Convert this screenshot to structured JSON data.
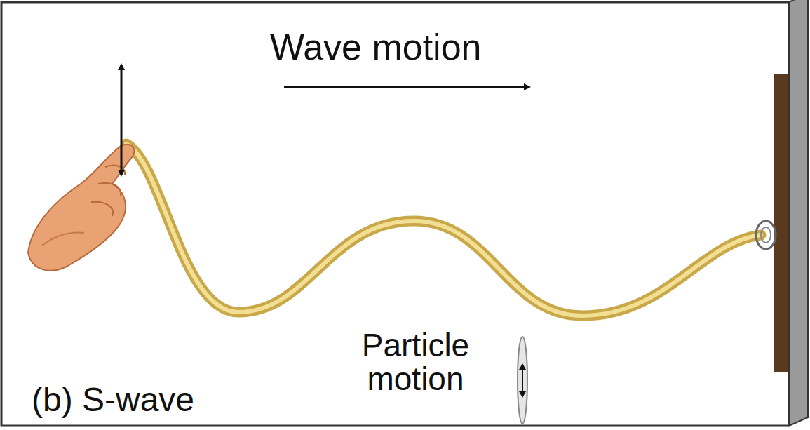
{
  "diagram": {
    "labels": [
      "Wave motion",
      "Particle motion",
      "(b) S-wave"
    ]
  }
}
